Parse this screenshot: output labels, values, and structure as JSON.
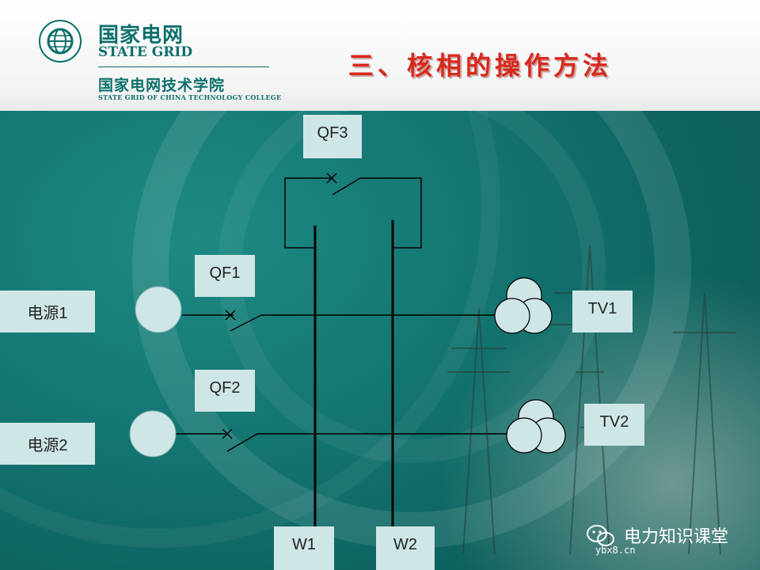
{
  "header": {
    "logo_cn": "国家电网",
    "logo_en": "STATE GRID",
    "college_cn": "国家电网技术学院",
    "college_en": "STATE GRID OF CHINA TECHNOLOGY COLLEGE",
    "title": "三、核相的操作方法"
  },
  "diagram": {
    "breakers": {
      "qf1": "QF1",
      "qf2": "QF2",
      "qf3": "QF3"
    },
    "sources": {
      "s1": "电源1",
      "s2": "电源2"
    },
    "transformers": {
      "tv1": "TV1",
      "tv2": "TV2"
    },
    "buses": {
      "w1": "W1",
      "w2": "W2"
    }
  },
  "footer": {
    "watermark": "电力知识课堂",
    "site": "ybx8.cn"
  },
  "colors": {
    "title": "#d62a1c",
    "brand": "#0c6f6b",
    "box_fill": "#cfe6e6"
  }
}
